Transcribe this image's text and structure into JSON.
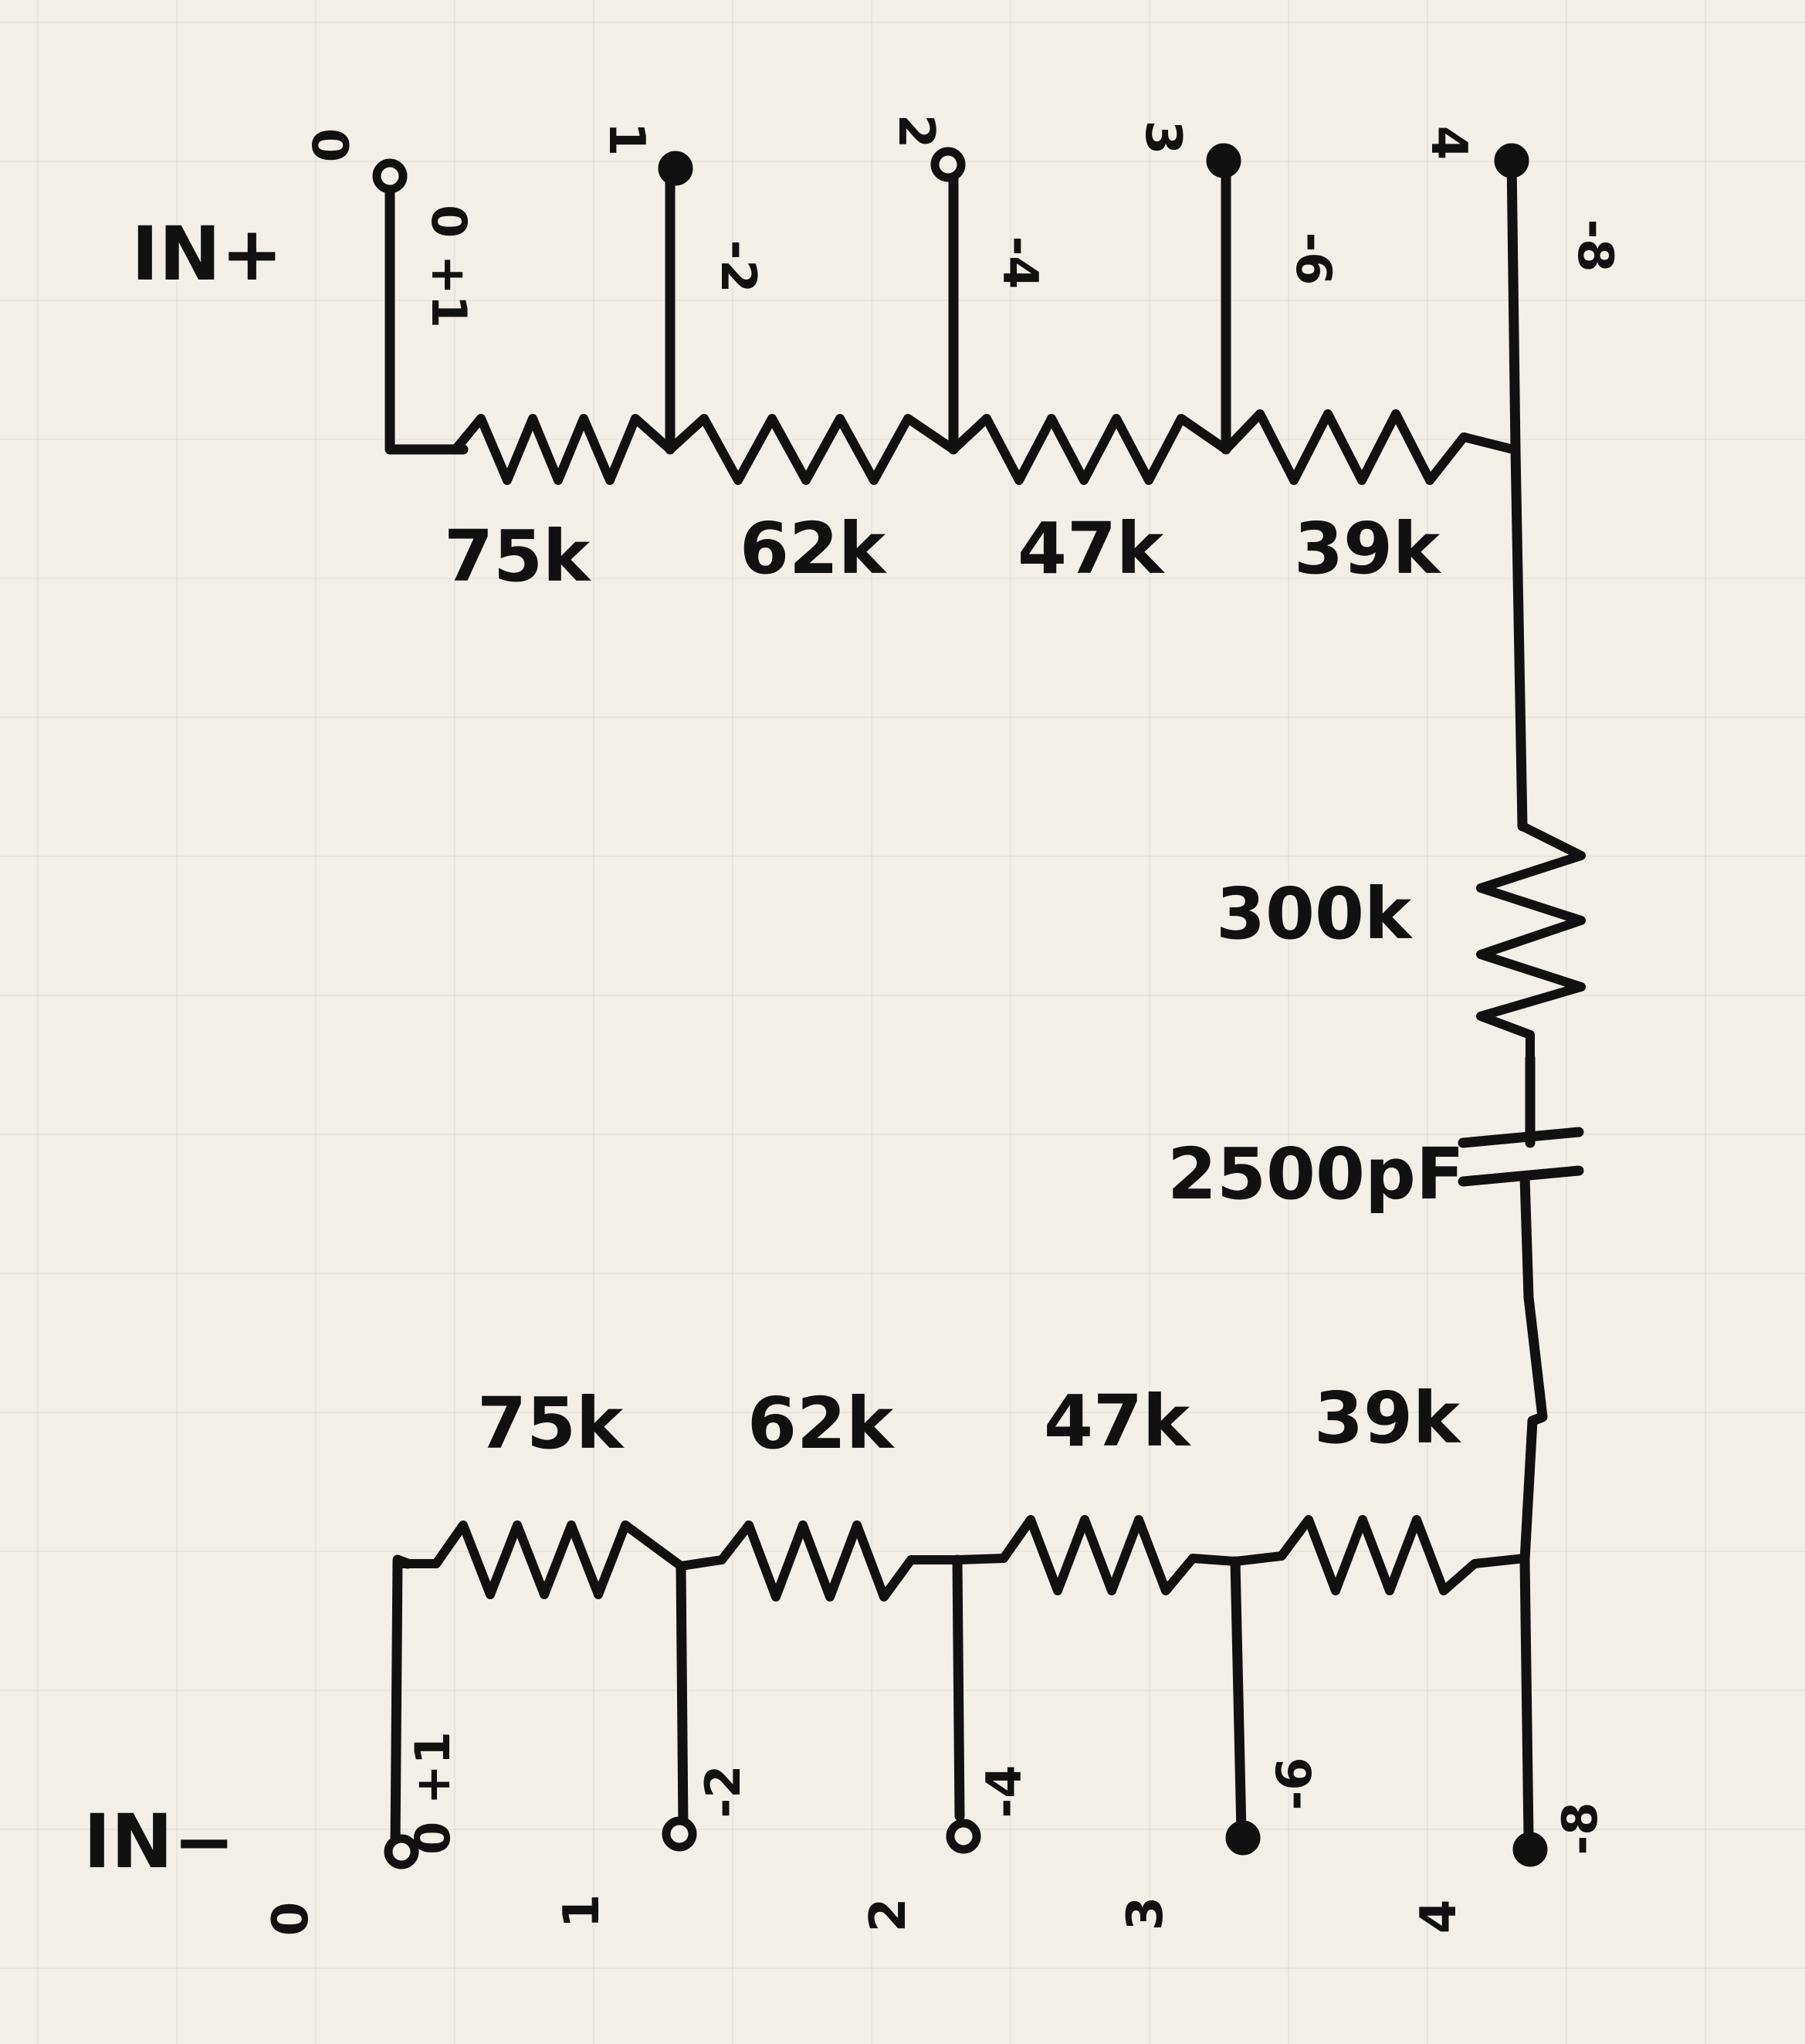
{
  "inputs": {
    "positive": "IN+",
    "negative": "IN−"
  },
  "top_ladder": {
    "resistors": [
      "75k",
      "62k",
      "47k",
      "39k"
    ],
    "terminals": [
      {
        "position": "0",
        "gain": "0 +1",
        "style": "open"
      },
      {
        "position": "1",
        "gain": "-2",
        "style": "filled"
      },
      {
        "position": "2",
        "gain": "-4",
        "style": "open"
      },
      {
        "position": "3",
        "gain": "-6",
        "style": "filled"
      },
      {
        "position": "4",
        "gain": "-8",
        "style": "filled"
      }
    ]
  },
  "bottom_ladder": {
    "resistors": [
      "75k",
      "62k",
      "47k",
      "39k"
    ],
    "terminals": [
      {
        "position": "0",
        "gain": "0 +1",
        "style": "open"
      },
      {
        "position": "1",
        "gain": "-2",
        "style": "open"
      },
      {
        "position": "2",
        "gain": "-4",
        "style": "open"
      },
      {
        "position": "3",
        "gain": "-6",
        "style": "filled"
      },
      {
        "position": "4",
        "gain": "-8",
        "style": "filled"
      }
    ]
  },
  "bridge": {
    "resistor": "300k",
    "capacitor": "2500pF"
  },
  "colors": {
    "paper": "#f2efe8",
    "ink": "#111111",
    "grid": "#e3dfd6"
  }
}
